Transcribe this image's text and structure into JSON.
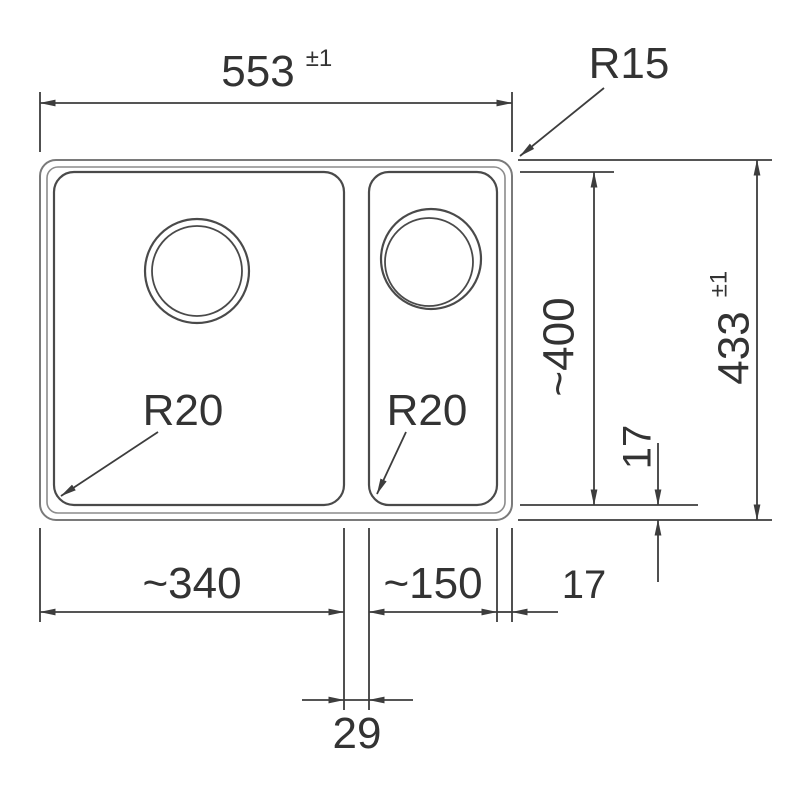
{
  "drawing": {
    "subject": "double-bowl sink dimension drawing (top view)",
    "colors": {
      "line": "#3d3d3d",
      "outline": "#7a7a7a",
      "background": "#ffffff"
    },
    "dims": {
      "overall_width": "553",
      "overall_width_tol": "±1",
      "outer_corner_radius": "R15",
      "inner_depth": "~400",
      "overall_depth": "433",
      "overall_depth_tol": "±1",
      "rim_bottom": "17",
      "left_bowl_radius": "R20",
      "right_bowl_radius": "R20",
      "left_bowl_width": "~340",
      "right_bowl_width": "~150",
      "rim_right": "17",
      "divider_width": "29"
    }
  }
}
